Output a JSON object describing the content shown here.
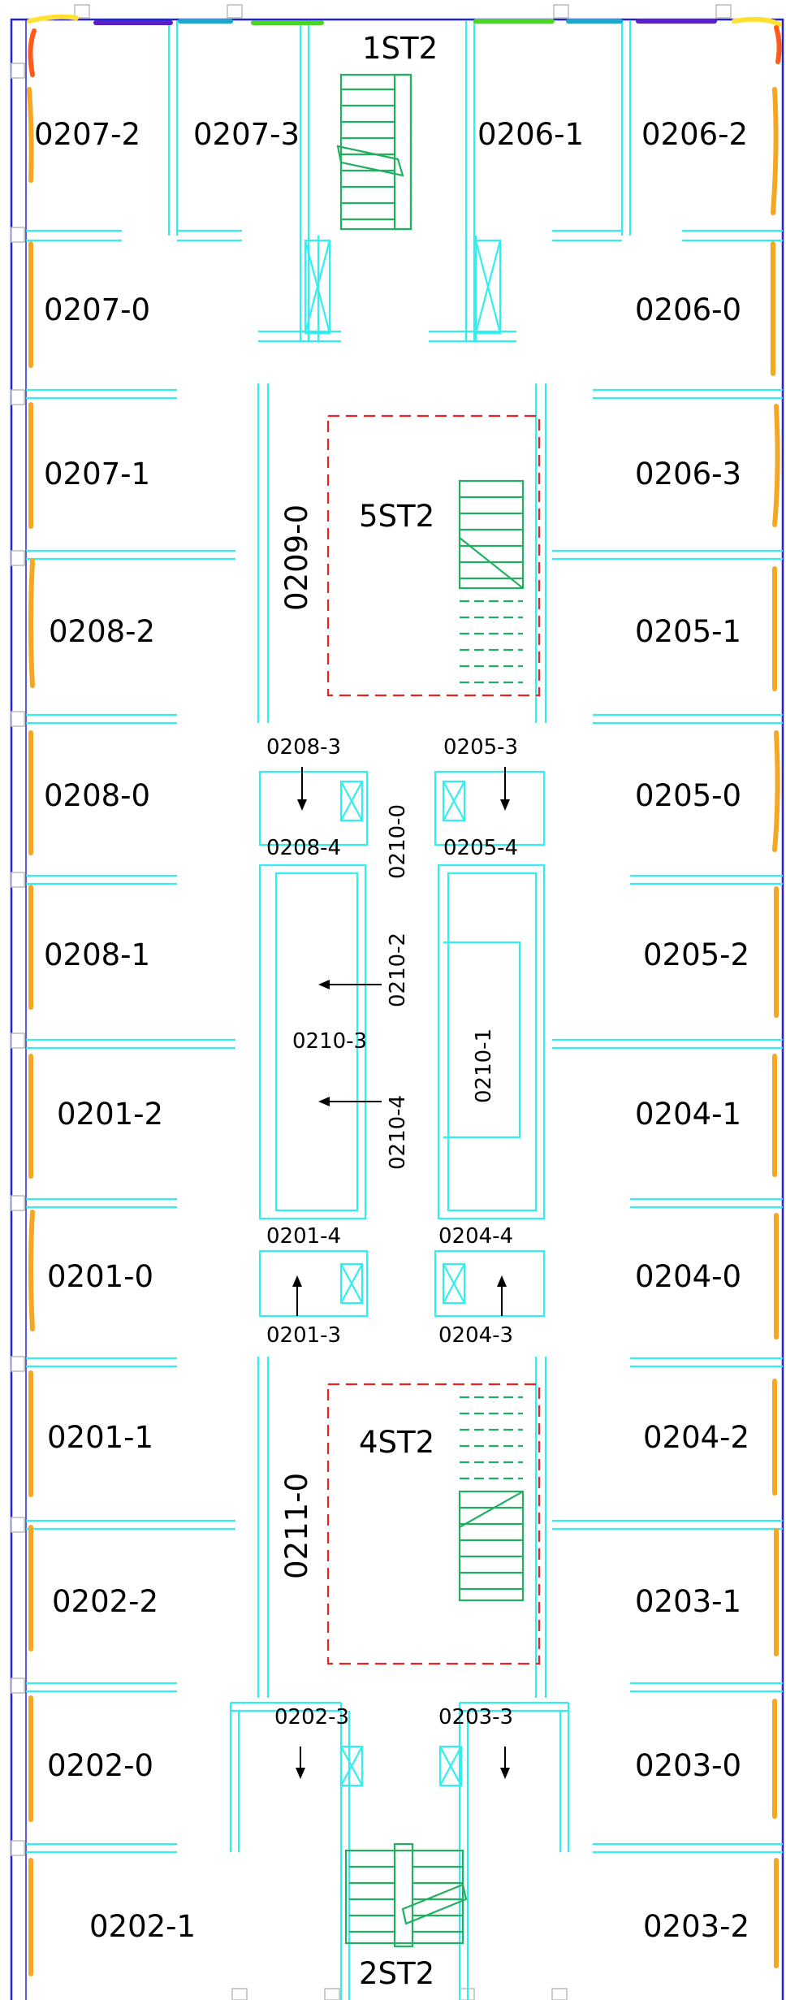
{
  "colors": {
    "wall": "#33eeee",
    "stair": "#22b060",
    "border": "#2222dd",
    "dashed_outline": "#ee2222",
    "edge_marks": [
      "#f5a623",
      "#ffe033",
      "#5a20c8",
      "#1aa8d0",
      "#4cd42a",
      "#ff5a1a"
    ]
  },
  "stairs": [
    "1ST2",
    "5ST2",
    "4ST2",
    "2ST2"
  ],
  "rooms": {
    "left": [
      "0207-2",
      "0207-0",
      "0207-1",
      "0208-2",
      "0208-0",
      "0208-1",
      "0201-2",
      "0201-0",
      "0201-1",
      "0202-2",
      "0202-0",
      "0202-1"
    ],
    "right": [
      "0206-2",
      "0206-0",
      "0206-3",
      "0205-1",
      "0205-0",
      "0205-2",
      "0204-1",
      "0204-0",
      "0204-2",
      "0203-1",
      "0203-0",
      "0203-2"
    ],
    "top_inner": [
      "0207-3",
      "0206-1"
    ]
  },
  "small_rooms": [
    "0208-3",
    "0205-3",
    "0208-4",
    "0205-4",
    "0210-3",
    "0201-4",
    "0204-4",
    "0201-3",
    "0204-3",
    "0202-3",
    "0203-3"
  ],
  "corridors": [
    "0209-0",
    "0210-0",
    "0210-2",
    "0210-1",
    "0210-4",
    "0211-0"
  ]
}
